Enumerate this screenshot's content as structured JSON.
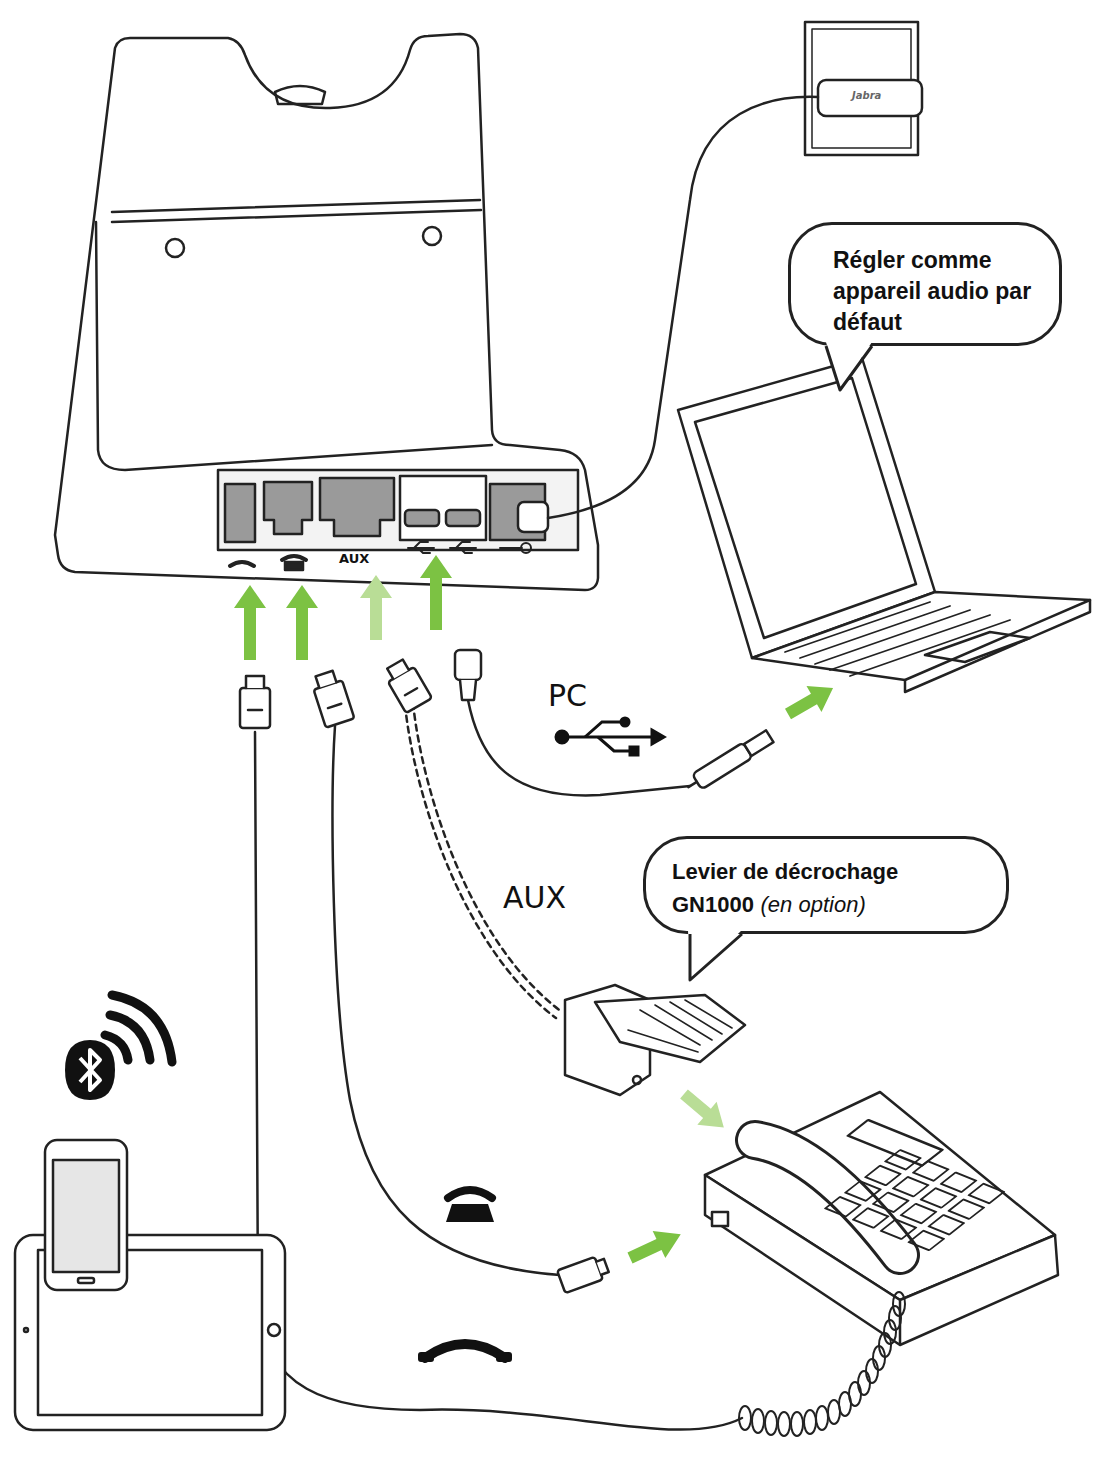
{
  "diagram": {
    "nodes": [
      {
        "text": [
          "Régler comme appareil audio par défaut"
        ]
      },
      {
        "text": [
          "Levier de décrochage GN1000",
          "(en option)"
        ]
      }
    ],
    "labels": [
      "Jabra",
      "AUX",
      "PC",
      "AUX"
    ]
  }
}
